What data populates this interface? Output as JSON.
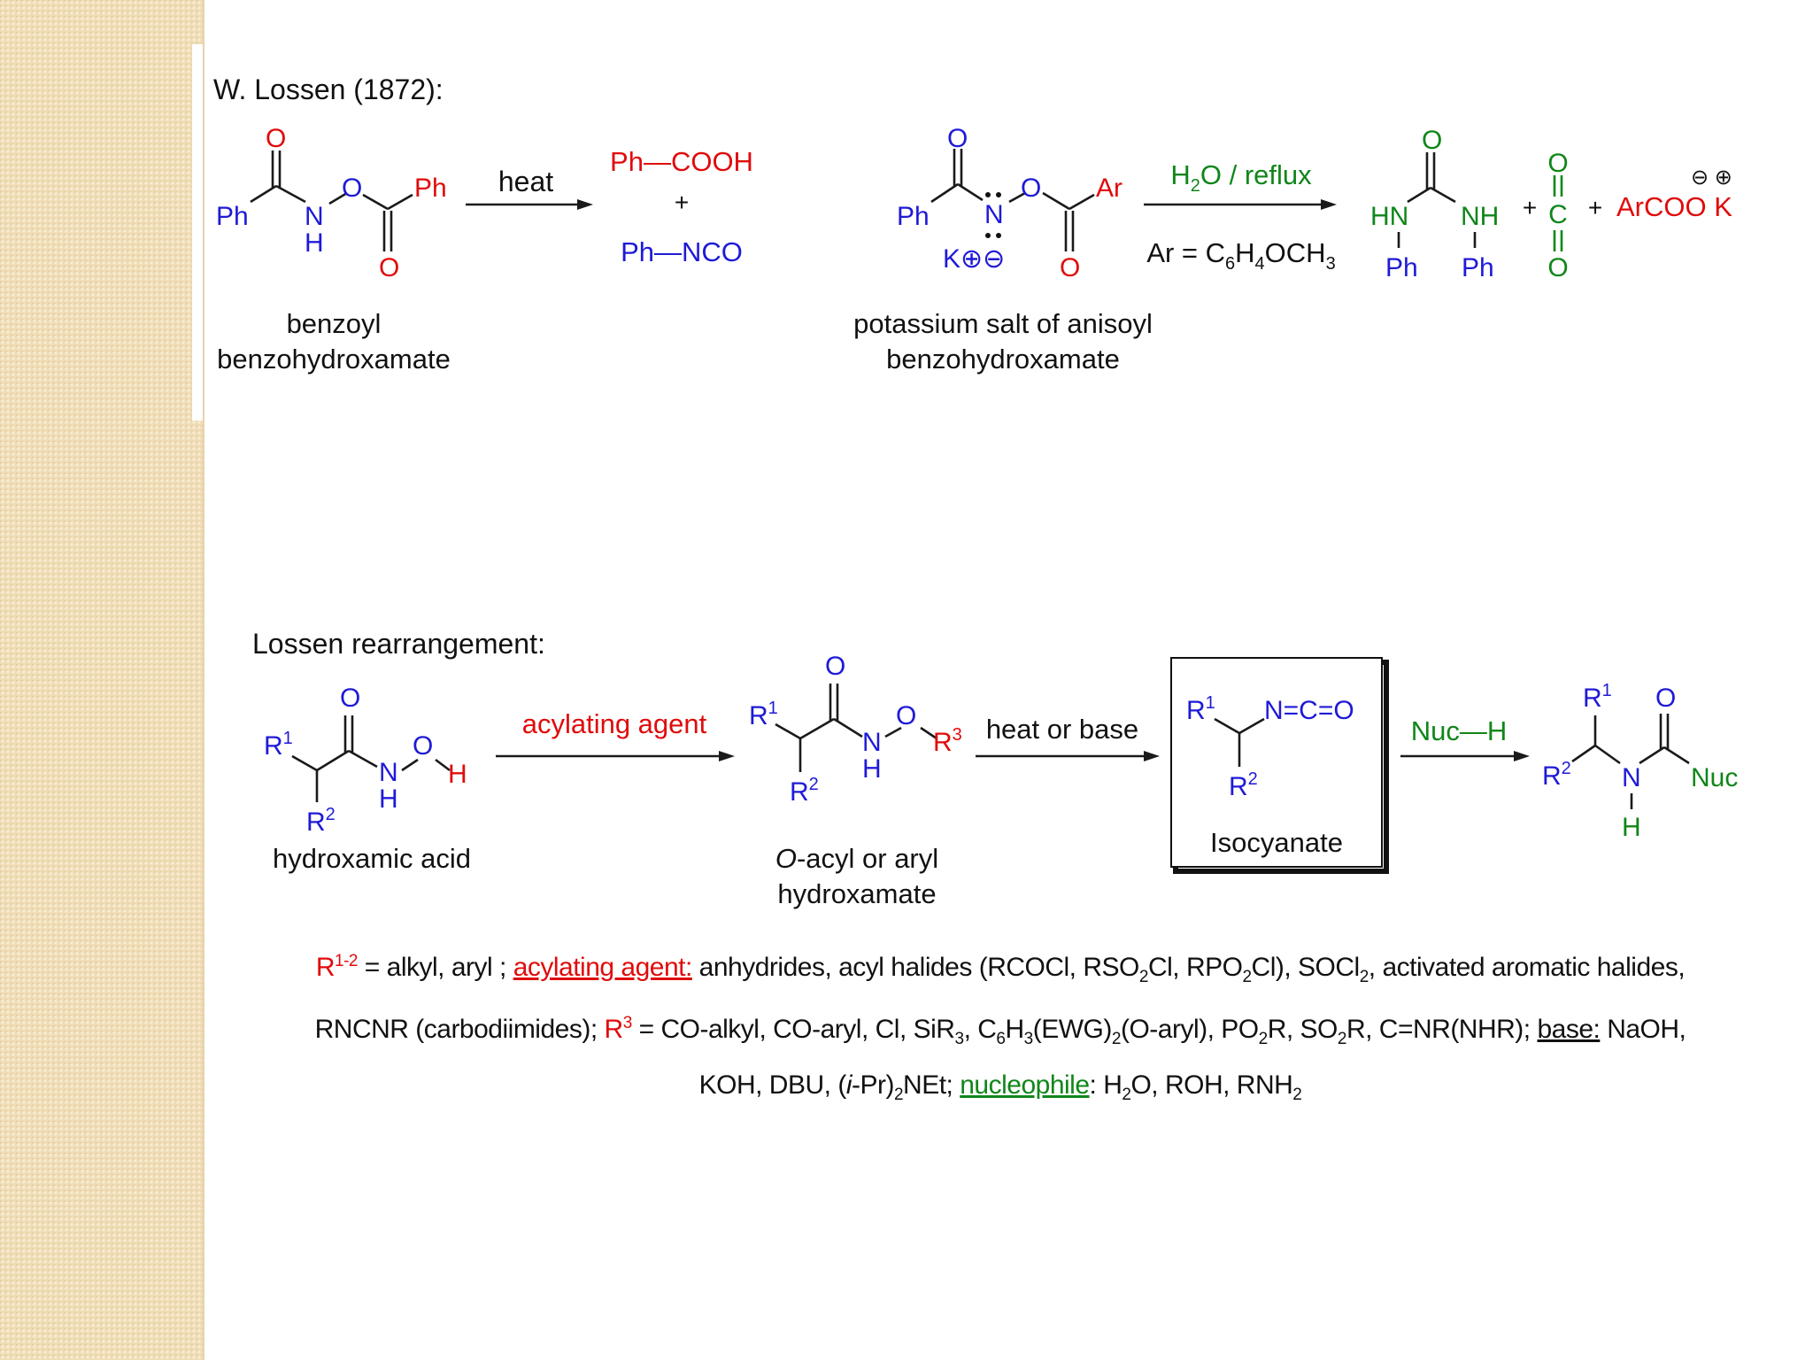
{
  "colors": {
    "black": "#111111",
    "blue": "#1f1ad6",
    "red": "#e00b0b",
    "green": "#10861a",
    "sidebar": "#efdcb5"
  },
  "top": {
    "header": "W. Lossen (1872):",
    "reactant1": {
      "label_line1": "benzoyl",
      "label_line2": "benzohydroxamate",
      "atoms": {
        "o_top": "O",
        "ph_left": "Ph",
        "n": "N",
        "h": "H",
        "o_bridge": "O",
        "ph_right": "Ph",
        "o_bottom": "O"
      }
    },
    "arrow1_label": "heat",
    "products1": {
      "line1": "Ph—COOH",
      "plus": "+",
      "line2": "Ph—NCO"
    },
    "reactant2": {
      "label_line1": "potassium salt of anisoyl",
      "label_line2": "benzohydroxamate",
      "atoms": {
        "o_top": "O",
        "ph_left": "Ph",
        "n": "N",
        "k_charge": "K⊕⊖",
        "o_bridge": "O",
        "ar": "Ar",
        "o_bottom": "O"
      }
    },
    "arrow2_label_top": "H2O / reflux",
    "arrow2_label_bottom": "Ar = C6H4OCH3",
    "products2": {
      "urea": {
        "o": "O",
        "hn": "HN",
        "nh": "NH",
        "ph1": "Ph",
        "ph2": "Ph"
      },
      "plus1": "+",
      "co2": {
        "o1": "O",
        "c": "C",
        "o2": "O"
      },
      "plus2": "+",
      "salt": "ArCOO K",
      "charges": "⊖ ⊕"
    }
  },
  "bottom": {
    "header": "Lossen rearrangement:",
    "hydroxamic": {
      "label": "hydroxamic acid",
      "atoms": {
        "r1": "R1",
        "o": "O",
        "n": "N",
        "h_n": "H",
        "o2": "O",
        "h": "H",
        "r2": "R2"
      }
    },
    "arrow1_label": "acylating agent",
    "acyl": {
      "label_line1": "O-acyl or aryl",
      "label_line2": "hydroxamate",
      "atoms": {
        "r1": "R1",
        "o": "O",
        "n": "N",
        "h": "H",
        "o2": "O",
        "r3": "R3",
        "r2": "R2"
      }
    },
    "arrow2_label": "heat or base",
    "isocyanate": {
      "label": "Isocyanate",
      "atoms": {
        "r1": "R1",
        "nco": "N=C=O",
        "r2": "R2"
      }
    },
    "arrow3_label": "Nuc—H",
    "product": {
      "atoms": {
        "r1": "R1",
        "o": "O",
        "r2": "R2",
        "n": "N",
        "nuc": "Nuc",
        "h": "H"
      }
    }
  },
  "notes": {
    "line1_parts": [
      "R",
      "1-2",
      " = alkyl, aryl ; ",
      "acylating agent:",
      " anhydrides, acyl halides (RCOCl, RSO",
      "2",
      "Cl, RPO",
      "2",
      "Cl), SOCl",
      "2",
      ", activated aromatic halides,"
    ],
    "line2_parts": [
      "RNCNR (carbodiimides); ",
      "R",
      "3",
      " = CO-alkyl, CO-aryl, Cl, SiR",
      "3",
      ", C",
      "6",
      "H",
      "3",
      "(EWG)",
      "2",
      "(O-aryl), PO",
      "2",
      "R, SO",
      "2",
      "R, C=NR(NHR); ",
      "base:",
      " NaOH,"
    ],
    "line3_parts": [
      "KOH, DBU, (",
      "i",
      "-Pr)",
      "2",
      "NEt; ",
      "nucleophile",
      ": H",
      "2",
      "O, ROH, RNH",
      "2"
    ]
  }
}
